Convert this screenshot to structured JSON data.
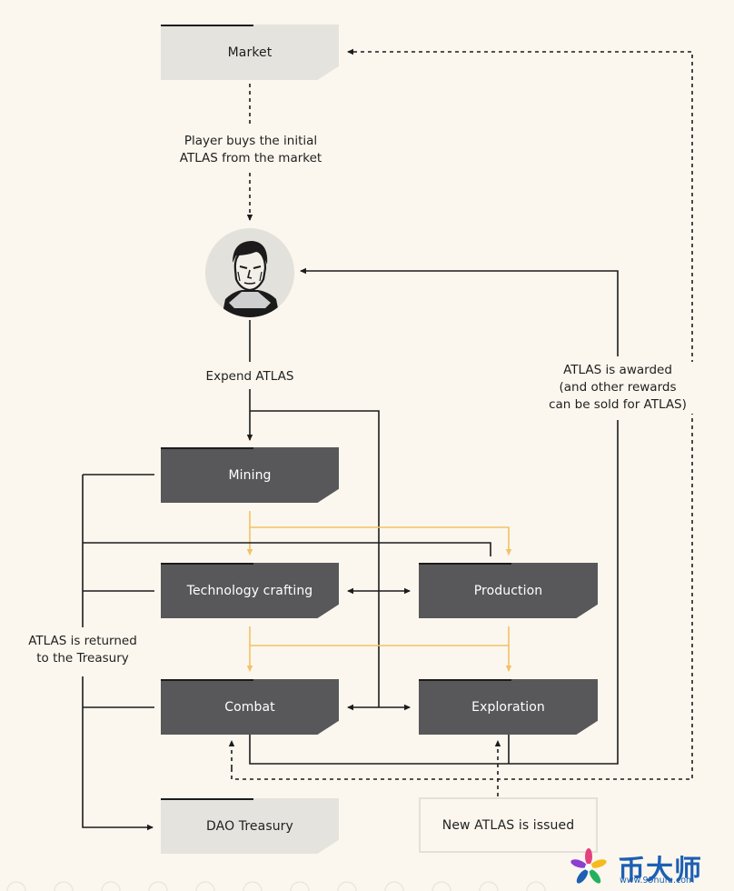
{
  "nodes": {
    "market": "Market",
    "mining": "Mining",
    "tech_crafting": "Technology crafting",
    "production": "Production",
    "combat": "Combat",
    "exploration": "Exploration",
    "dao_treasury": "DAO Treasury",
    "new_atlas": "New ATLAS is issued"
  },
  "labels": {
    "player_buys_1": "Player buys the initial",
    "player_buys_2": "ATLAS from the market",
    "expend": "Expend ATLAS",
    "awarded_1": "ATLAS is awarded",
    "awarded_2": "(and other rewards",
    "awarded_3": "can be sold for ATLAS)",
    "returned_1": "ATLAS is returned",
    "returned_2": "to the Treasury"
  },
  "watermark": {
    "brand": "币大师",
    "url": "www.99hufu.com"
  },
  "colors": {
    "dark_box": "#58585a",
    "light_box": "#e5e3dd",
    "line": "#1c1c1c",
    "flow_yellow": "#f2c265",
    "background": "#fbf7ee",
    "brand_blue": "#1c5fb4"
  }
}
